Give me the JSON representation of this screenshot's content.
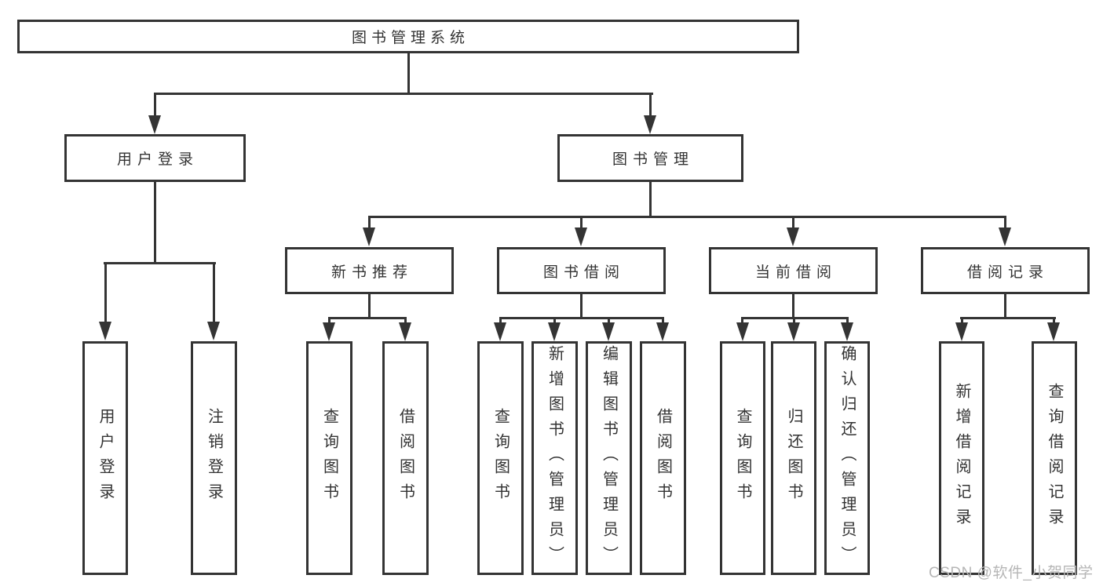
{
  "title": "图书管理系统",
  "tree": {
    "root": {
      "label": "图书管理系统"
    },
    "children": [
      {
        "label": "用户登录",
        "children": [
          {
            "label": "用户登录"
          },
          {
            "label": "注销登录"
          }
        ]
      },
      {
        "label": "图书管理",
        "children": [
          {
            "label": "新书推荐",
            "children": [
              {
                "label": "查询图书"
              },
              {
                "label": "借阅图书"
              }
            ]
          },
          {
            "label": "图书借阅",
            "children": [
              {
                "label": "查询图书"
              },
              {
                "label": "新增图书（管理员）"
              },
              {
                "label": "编辑图书（管理员）"
              },
              {
                "label": "借阅图书"
              }
            ]
          },
          {
            "label": "当前借阅",
            "children": [
              {
                "label": "查询图书"
              },
              {
                "label": "归还图书"
              },
              {
                "label": "确认归还（管理员）"
              }
            ]
          },
          {
            "label": "借阅记录",
            "children": [
              {
                "label": "新增借阅记录"
              },
              {
                "label": "查询借阅记录"
              }
            ]
          }
        ]
      }
    ]
  },
  "watermark": "CSDN @软件_小贺同学",
  "colors": {
    "line": "#343434",
    "border": "#343434",
    "text": "#333333",
    "watermark": "#b6b6b6",
    "background": "#ffffff"
  }
}
